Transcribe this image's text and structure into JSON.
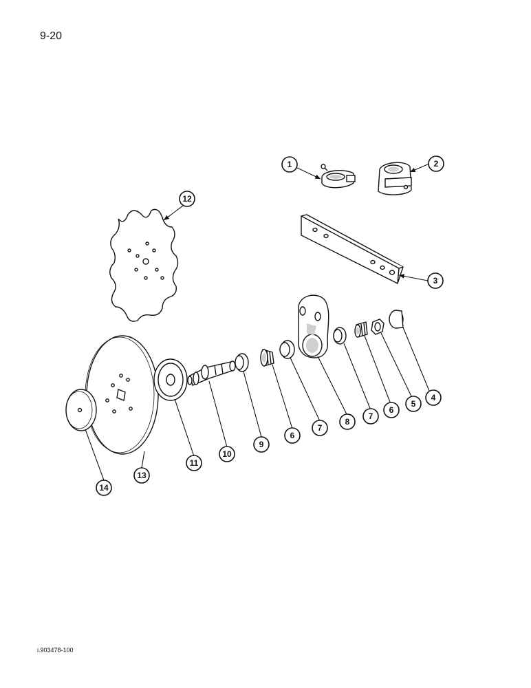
{
  "page_number": "9-20",
  "figure_id": "i.903478-100",
  "callouts": [
    "1",
    "2",
    "12",
    "3",
    "4",
    "5",
    "6",
    "7",
    "8",
    "7",
    "6",
    "9",
    "10",
    "11",
    "13",
    "14"
  ]
}
